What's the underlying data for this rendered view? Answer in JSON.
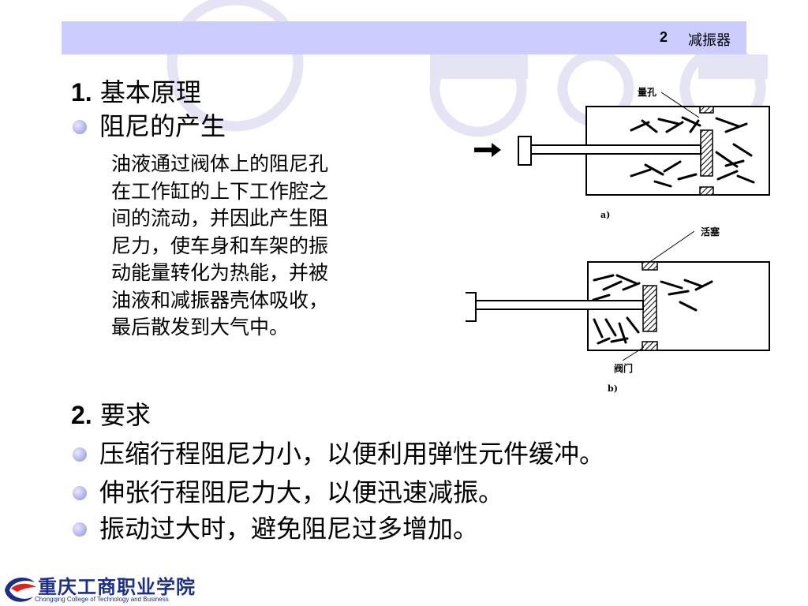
{
  "header": {
    "number": "2",
    "title": "减振器"
  },
  "section1": {
    "number": "1.",
    "title": "基本原理",
    "bullet": "阻尼的产生",
    "paragraph_lines": [
      "油液通过阀体上的阻尼孔",
      "在工作缸的上下工作腔之",
      "间的流动，并因此产生阻",
      "尼力，使车身和车架的振",
      "动能量转化为热能，并被",
      "油液和减振器壳体吸收，",
      "最后散发到大气中。"
    ]
  },
  "diagram": {
    "label_hole": "量孔",
    "label_a": "a)",
    "label_piston": "活塞",
    "label_valve": "阀门",
    "label_b": "b)"
  },
  "section2": {
    "number": "2.",
    "title": "要求",
    "items": [
      "压缩行程阻尼力小，以便利用弹性元件缓冲。",
      "伸张行程阻尼力大，以便迅速减振。",
      "振动过大时，避免阻尼过多增加。"
    ]
  },
  "logo": {
    "name_cn": "重庆工商职业学院",
    "name_en": "Chongqing College of Technology and Business"
  },
  "colors": {
    "header_bar": "#ccccff",
    "decor_circle": "#e4e4f4",
    "logo_blue": "#1c2e87",
    "logo_red": "#d9231d"
  }
}
